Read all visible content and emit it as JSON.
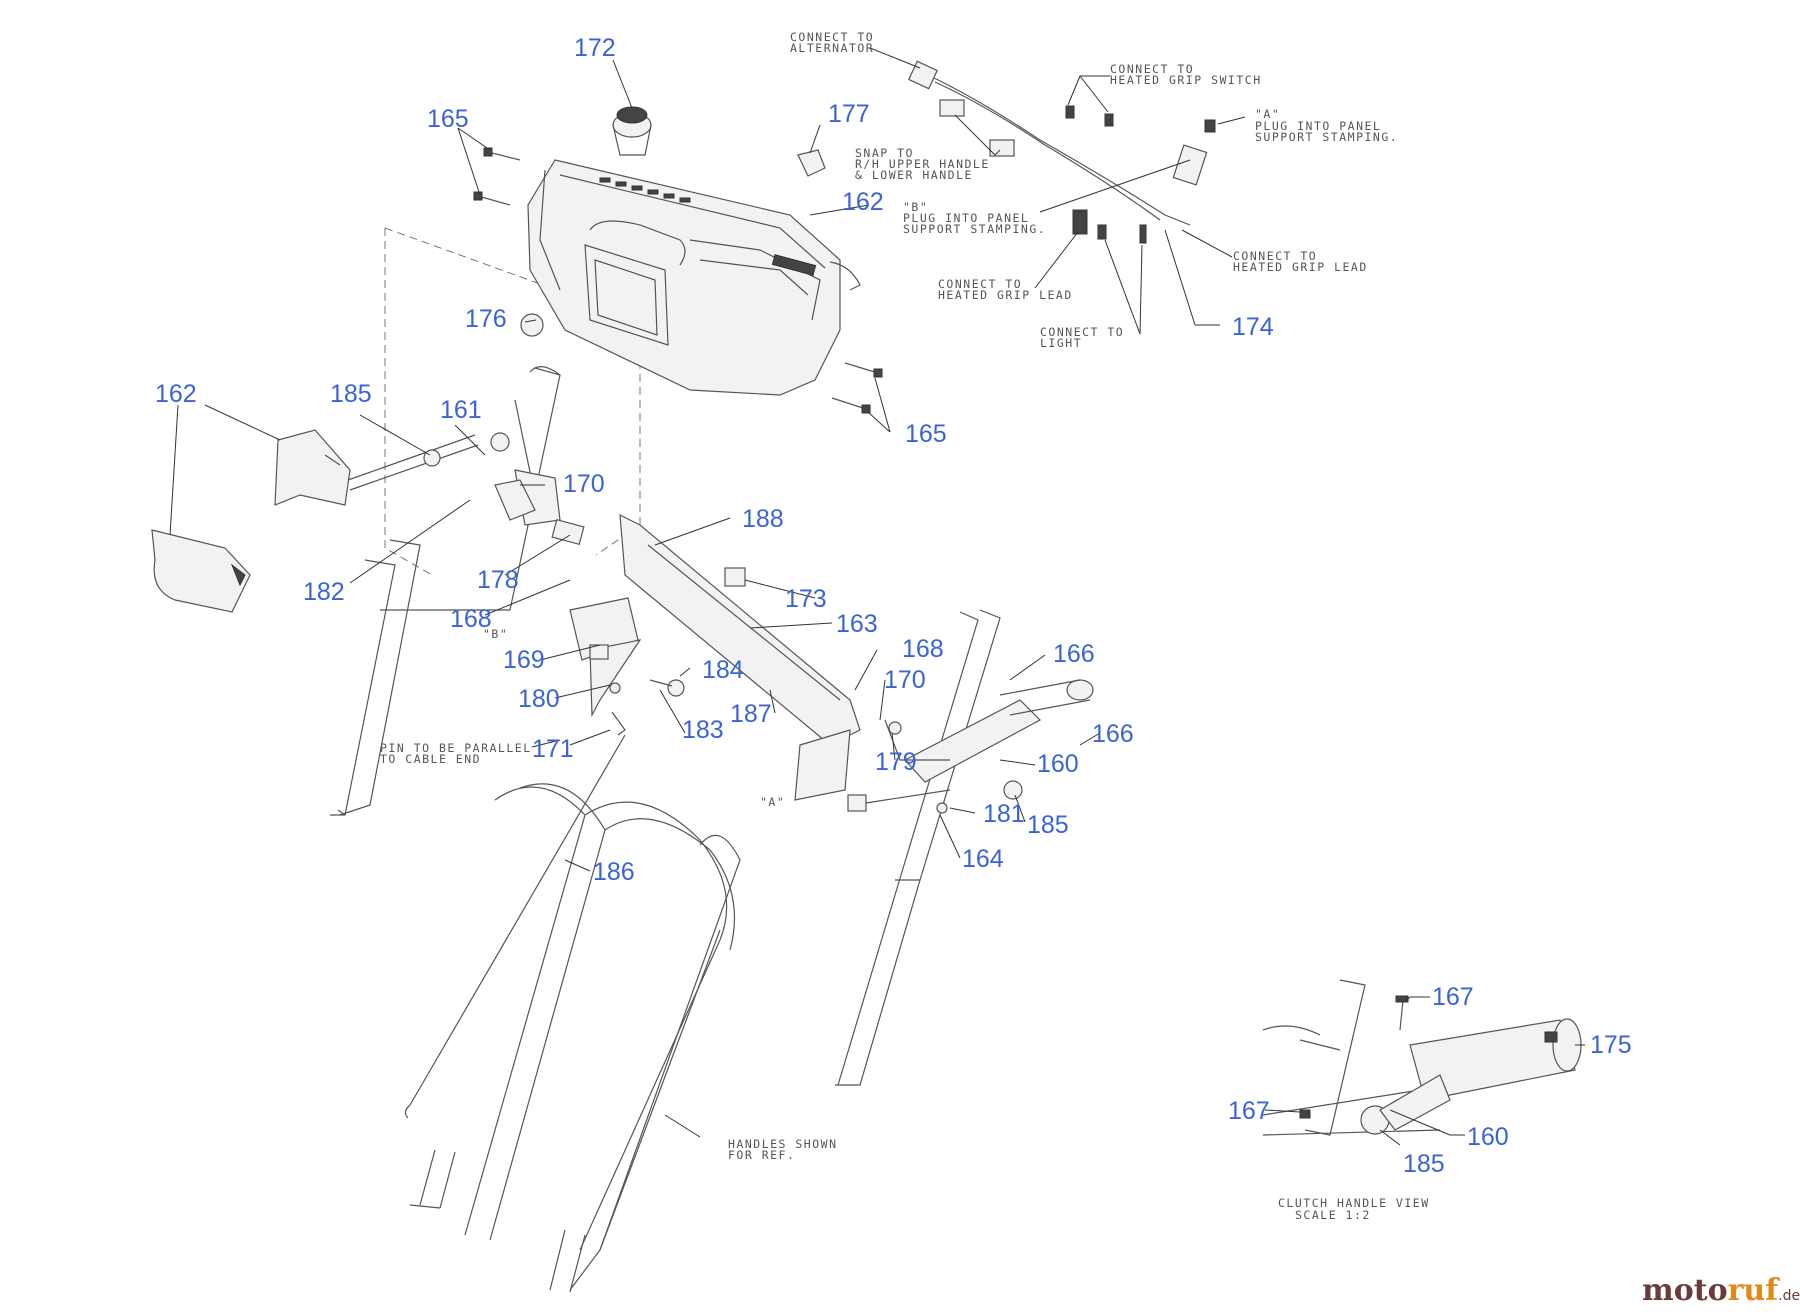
{
  "diagram": {
    "part_numbers": {
      "n172": "172",
      "n165a": "165",
      "n177": "177",
      "n162a": "162",
      "n176": "176",
      "n174": "174",
      "n165b": "165",
      "n162b": "162",
      "n185a": "185",
      "n161": "161",
      "n170a": "170",
      "n188": "188",
      "n178": "178",
      "n182": "182",
      "n168a": "168",
      "n173": "173",
      "n163": "163",
      "n168b": "168",
      "n166a": "166",
      "n169": "169",
      "n184": "184",
      "n170b": "170",
      "n180": "180",
      "n187": "187",
      "n183": "183",
      "n166b": "166",
      "n171": "171",
      "n179": "179",
      "n160a": "160",
      "n181": "181",
      "n185b": "185",
      "n164": "164",
      "n186": "186",
      "n167a": "167",
      "n175": "175",
      "n167b": "167",
      "n160b": "160",
      "n185c": "185"
    },
    "notes": {
      "connect_alternator_1": "CONNECT TO",
      "connect_alternator_2": "ALTERNATOR",
      "heated_grip_switch_1": "CONNECT TO",
      "heated_grip_switch_2": "HEATED GRIP SWITCH",
      "plug_a_1": "\"A\"",
      "plug_a_2": "PLUG INTO PANEL",
      "plug_a_3": "SUPPORT STAMPING.",
      "snap_1": "SNAP TO",
      "snap_2": "R/H  UPPER HANDLE",
      "snap_3": "& LOWER HANDLE",
      "plug_b_1": "\"B\"",
      "plug_b_2": "PLUG INTO PANEL",
      "plug_b_3": "SUPPORT STAMPING.",
      "heated_grip_lead_right_1": "CONNECT TO",
      "heated_grip_lead_right_2": "HEATED GRIP LEAD",
      "heated_grip_lead_left_1": "CONNECT TO",
      "heated_grip_lead_left_2": "HEATED GRIP LEAD",
      "light_1": "CONNECT TO",
      "light_2": "LIGHT",
      "pin_1": "PIN TO BE PARALLEL",
      "pin_2": "TO CABLE END",
      "ref_b": "\"B\"",
      "ref_a": "\"A\"",
      "handles_1": "HANDLES SHOWN",
      "handles_2": "FOR REF.",
      "clutch_view_1": "CLUTCH HANDLE VIEW",
      "clutch_view_2": "SCALE 1:2"
    },
    "watermark": {
      "part1": "moto",
      "part2": "ruf",
      "suffix": ".de"
    }
  }
}
